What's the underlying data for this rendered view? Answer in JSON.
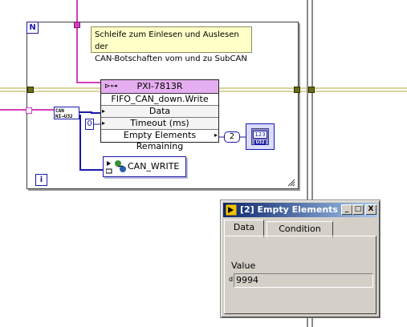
{
  "diagram": {
    "loop_count_label": "N",
    "loop_index_label": "i",
    "comment_lines": [
      "Schleife zum Einlesen und Auslesen der",
      "CAN-Botschaften vom und zu SubCAN"
    ],
    "fpga_node": {
      "title": "PXI-7813R",
      "method": "FIFO_CAN_down.Write",
      "inputs": [
        "Data",
        "Timeout (ms)"
      ],
      "output": "Empty Elements Remaining"
    },
    "type_const_text": [
      "CAN",
      "NI→U32"
    ],
    "timeout_const": "0",
    "probe_value_display": "2",
    "indicator_number": "123",
    "indicator_type": "U32",
    "subvi_label": "CAN_WRITE"
  },
  "probe_window": {
    "title": "[2] Empty Elements ...",
    "buttons": [
      "_",
      "□",
      "X"
    ],
    "tabs": [
      "Data",
      "Condition"
    ],
    "active_tab": "Data",
    "value_label": "Value",
    "value": "9994",
    "value_prefix": "d"
  },
  "colors": {
    "wire_pink": "#d43fbf",
    "wire_yellow": "#b4a83a",
    "wire_blue": "#1a1aa8",
    "fpga_header": "#e5aef0",
    "comment_bg": "#ffffc8",
    "window_title": "#0a246a"
  }
}
